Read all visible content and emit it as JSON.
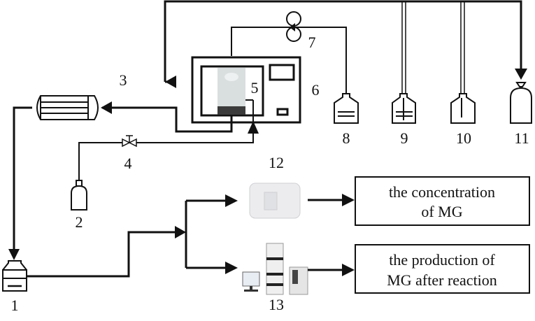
{
  "diagram": {
    "type": "experimental-setup-schematic",
    "labels": {
      "n1": "1",
      "n2": "2",
      "n3": "3",
      "n4": "4",
      "n5": "5",
      "n6": "6",
      "n7": "7",
      "n8": "8",
      "n9": "9",
      "n10": "10",
      "n11": "11",
      "n12": "12",
      "n13": "13"
    },
    "result_boxes": [
      {
        "line1": "the concentration",
        "line2": "of MG"
      },
      {
        "line1": "the production of",
        "line2": "MG after reaction"
      }
    ],
    "colors": {
      "line": "#111111",
      "equipment_fill": "#f2f2f2"
    }
  }
}
